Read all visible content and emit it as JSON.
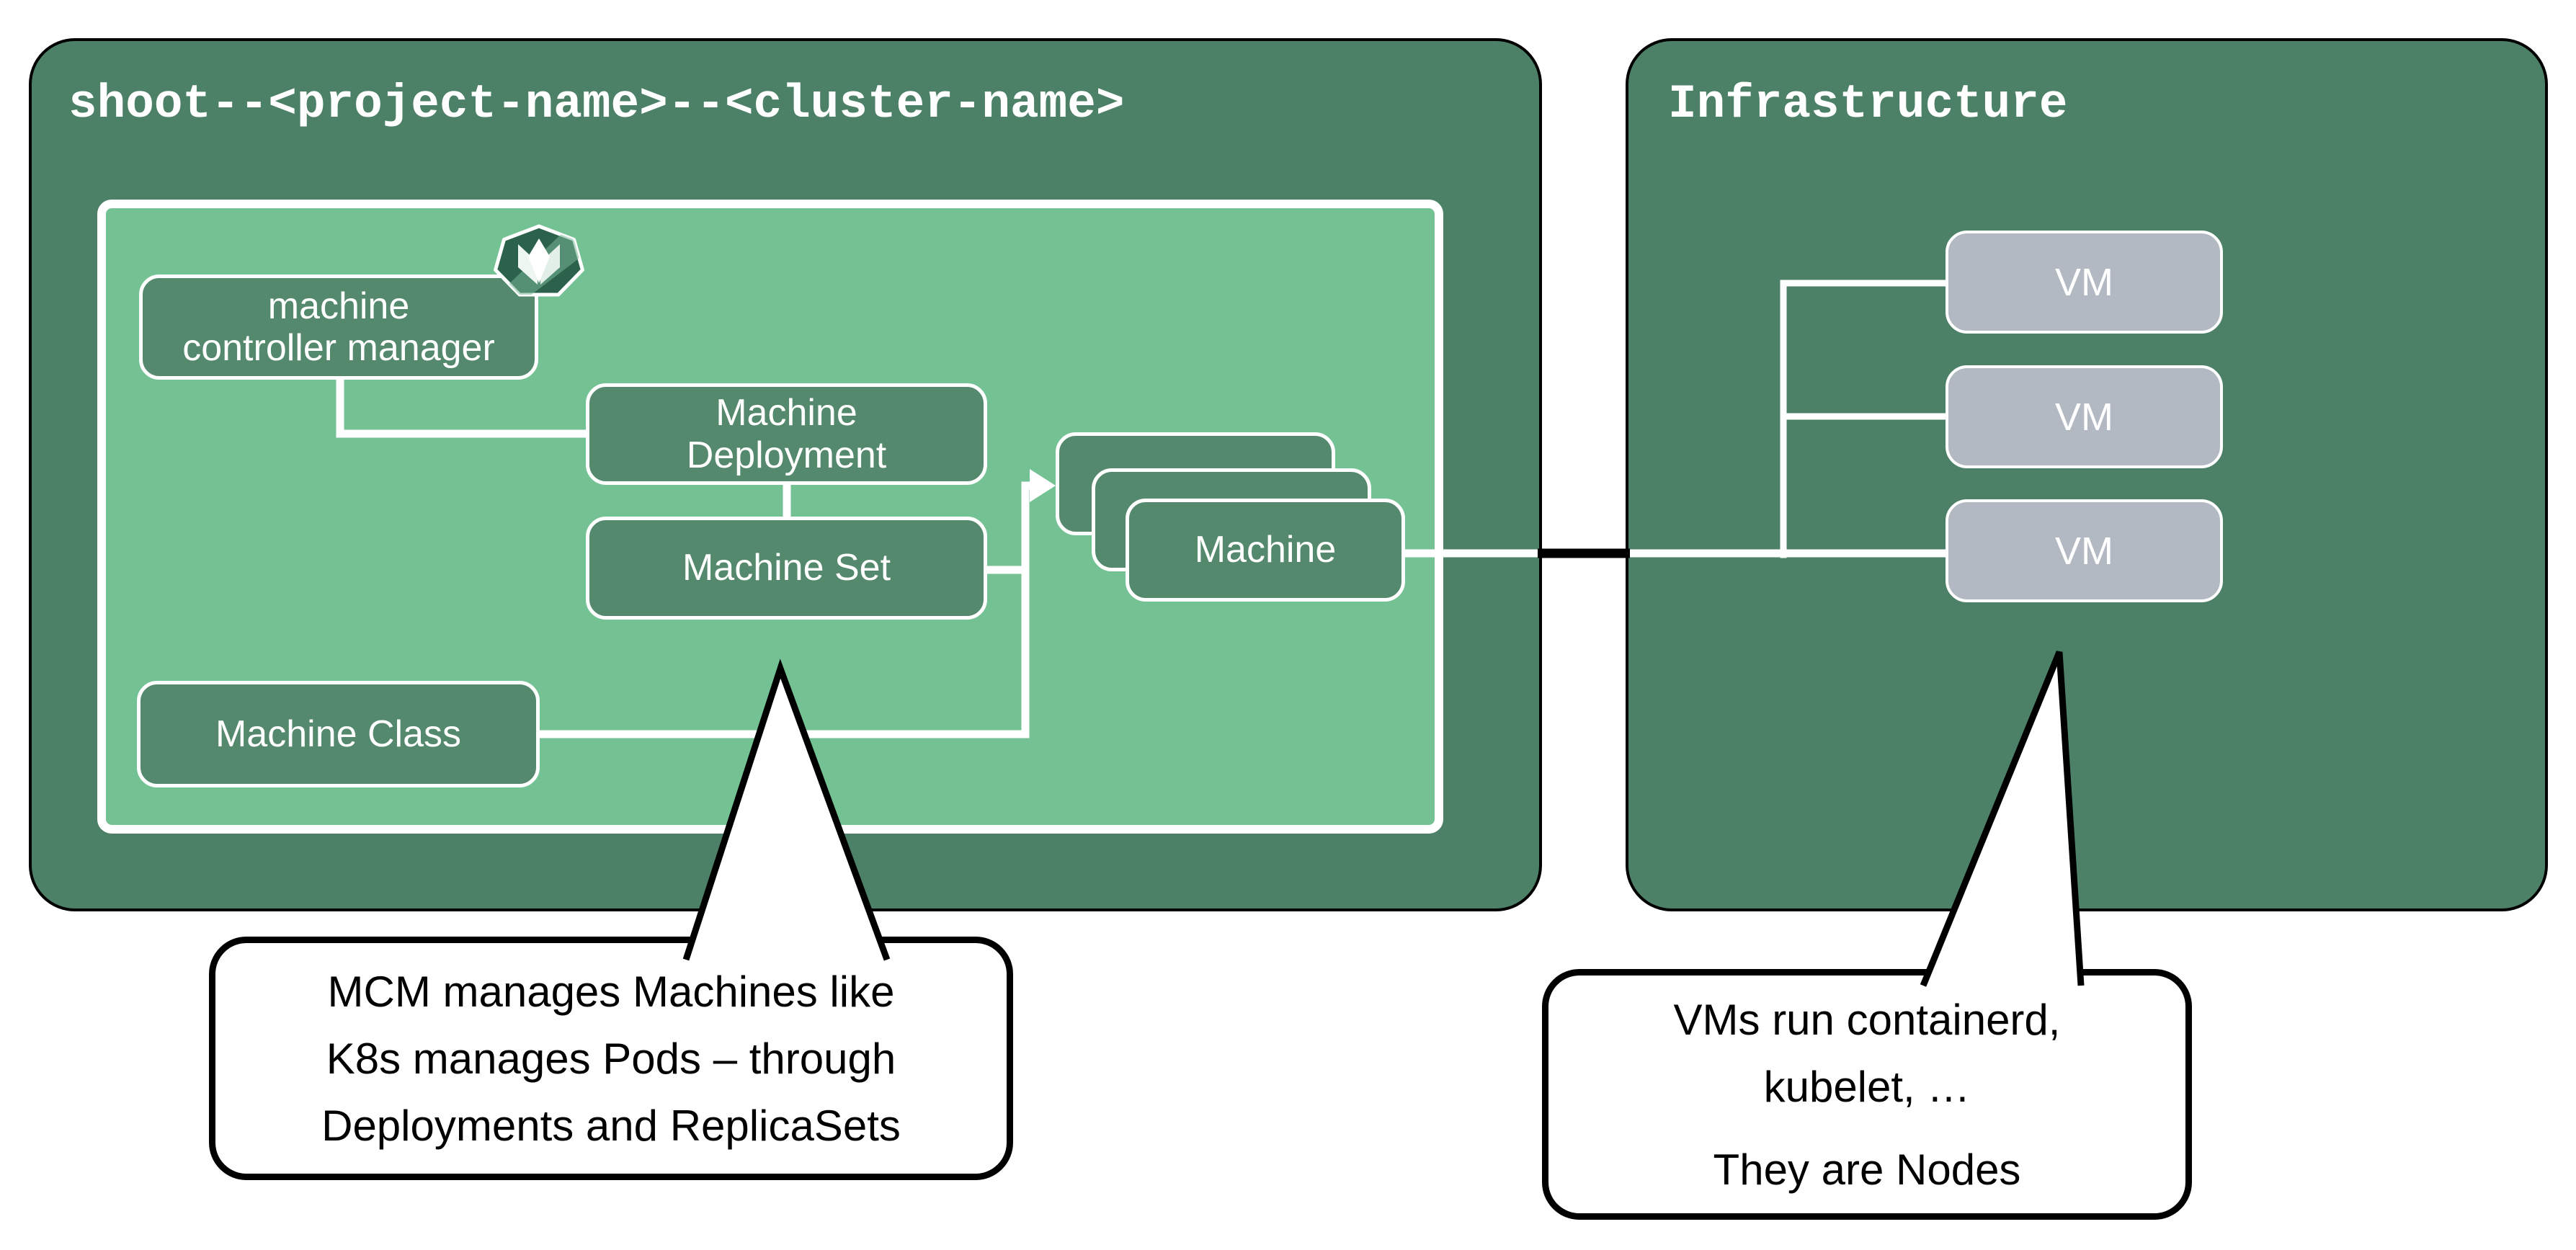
{
  "shoot_panel": {
    "title": "shoot--<project-name>--<cluster-name>",
    "mcm_box": {
      "line1": "machine",
      "line2": "controller manager"
    },
    "machine_deployment": {
      "line1": "Machine",
      "line2": "Deployment"
    },
    "machine_set": {
      "label": "Machine Set"
    },
    "machine_class": {
      "label": "Machine Class"
    },
    "machine_stack": {
      "front_label": "Machine",
      "stacked_count": 3
    }
  },
  "infrastructure_panel": {
    "title": "Infrastructure",
    "vms": [
      {
        "label": "VM"
      },
      {
        "label": "VM"
      },
      {
        "label": "VM"
      }
    ]
  },
  "callouts": {
    "mcm": {
      "lines": [
        "MCM manages Machines like",
        "K8s manages Pods – through",
        "Deployments and ReplicaSets"
      ]
    },
    "vm": {
      "lines": [
        "VMs run containerd,",
        "kubelet, …"
      ],
      "line3": "They are Nodes"
    }
  },
  "icons": {
    "gardener_logo": "gardener-logo"
  },
  "colors": {
    "panel_green": "#4d8167",
    "inner_green": "#74c294",
    "box_green": "#55896d",
    "vm_gray": "#b3b9c2",
    "connector_white": "#ffffff",
    "connector_black": "#000000",
    "bubble_bg": "#ffffff",
    "bubble_border": "#000000"
  }
}
